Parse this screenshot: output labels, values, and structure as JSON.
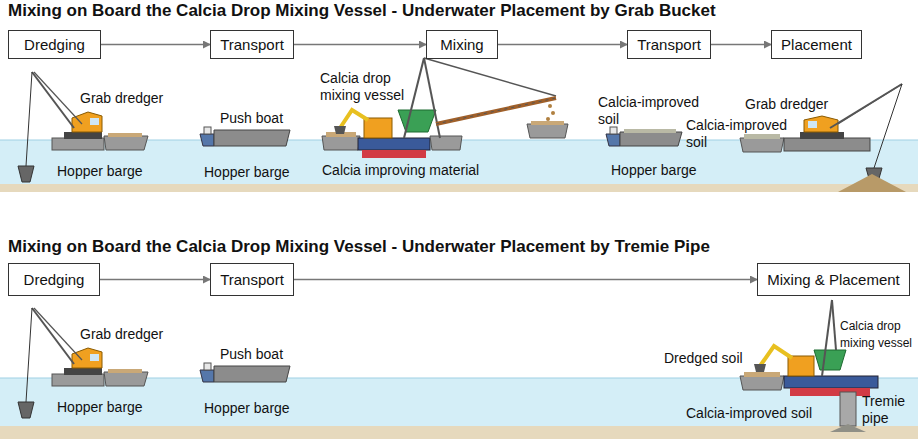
{
  "diagram": {
    "nodes": [
      {
        "text": [
          "Dredging"
        ]
      },
      {
        "text": [
          "Transport"
        ]
      },
      {
        "text": [
          "Mixing"
        ]
      },
      {
        "text": [
          "Transport"
        ]
      },
      {
        "text": [
          "Placement"
        ]
      },
      {
        "text": [
          "Dredging"
        ]
      },
      {
        "text": [
          "Transport"
        ]
      },
      {
        "text": [
          "Mixing & Placement"
        ]
      }
    ],
    "edges": [
      {
        "from": 0,
        "to": 1,
        "arrow": "to"
      },
      {
        "from": 1,
        "to": 2,
        "arrow": "to"
      },
      {
        "from": 2,
        "to": 3,
        "arrow": "to"
      },
      {
        "from": 3,
        "to": 4,
        "arrow": "to"
      },
      {
        "from": 5,
        "to": 6,
        "arrow": "to"
      },
      {
        "from": 6,
        "to": 7,
        "arrow": "to"
      }
    ],
    "labels": [
      "Mixing on Board the Calcia Drop Mixing Vessel - Underwater Placement by Grab Bucket",
      "Grab dredger",
      "Hopper barge",
      "Push boat",
      "Hopper barge",
      "Calcia drop mixing vessel",
      "Calcia improving material",
      "Calcia-improved soil",
      "Hopper barge",
      "Calcia-improved soil",
      "Grab dredger",
      "Mixing on Board the Calcia Drop Mixing Vessel - Underwater Placement by Tremie Pipe",
      "Grab dredger",
      "Hopper barge",
      "Push boat",
      "Hopper barge",
      "Dredged soil",
      "Calcia drop mixing vessel",
      "Tremie pipe",
      "Calcia-improved soil"
    ]
  }
}
